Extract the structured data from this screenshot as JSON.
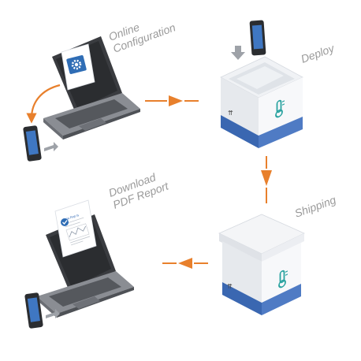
{
  "steps": {
    "online_configuration": {
      "line1": "Online",
      "line2": "Configuration"
    },
    "deploy": {
      "label": "Deploy"
    },
    "shipping": {
      "label": "Shipping"
    },
    "download_report": {
      "line1": "Download",
      "line2": "PDF Report"
    }
  },
  "report_doc": {
    "title": "Data Rep ts"
  },
  "colors": {
    "arrow": "#e8802c",
    "box_band": "#3a67b1",
    "box_side": "#e9ebee",
    "box_front": "#f6f7f9",
    "laptop_body": "#5a5d63",
    "laptop_screen": "#2e3033",
    "thermo": "#2aa3a0",
    "gear_bg": "#2f6db5"
  },
  "icons": [
    "gear-icon",
    "thermometer-icon",
    "this-side-up-icon",
    "phone-icon",
    "chart-document-icon",
    "check-icon"
  ]
}
